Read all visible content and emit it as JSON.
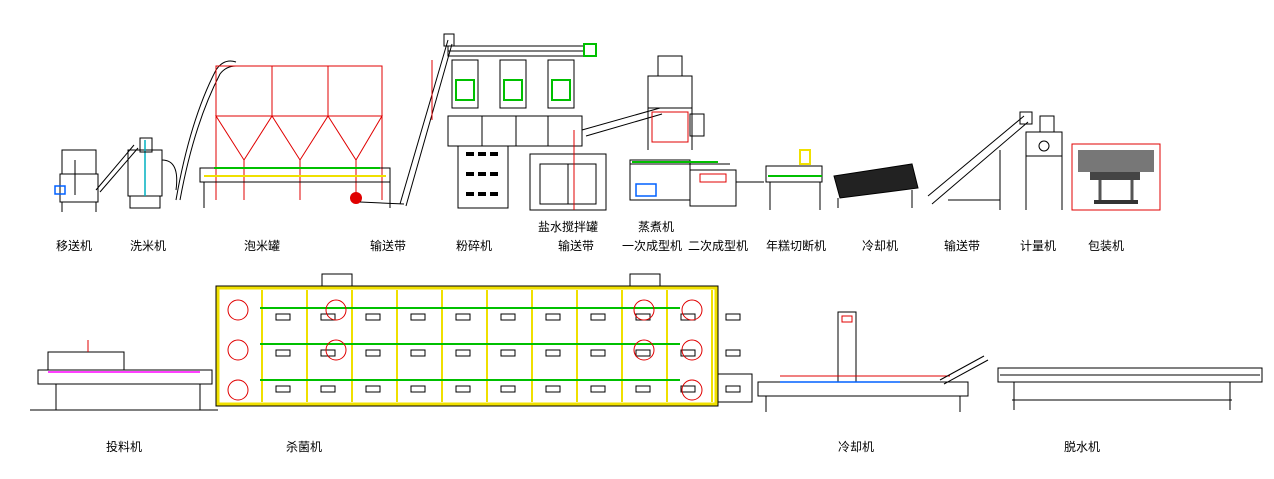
{
  "top_row_labels": [
    "移送机",
    "洗米机",
    "泡米罐",
    "输送带",
    "粉碎机",
    "盐水搅拌罐",
    "输送带",
    "蒸煮机",
    "一次成型机",
    "二次成型机",
    "年糕切断机",
    "冷却机",
    "输送带",
    "计量机",
    "包装机"
  ],
  "bottom_row_labels": [
    "投料机",
    "杀菌机",
    "冷却机",
    "脱水机"
  ],
  "colors": {
    "line": "#000000",
    "red": "#e00000",
    "green": "#00c000",
    "yellow": "#f0e000",
    "blue": "#0060ff",
    "magenta": "#ff00ff",
    "cyan": "#00b0c0"
  }
}
